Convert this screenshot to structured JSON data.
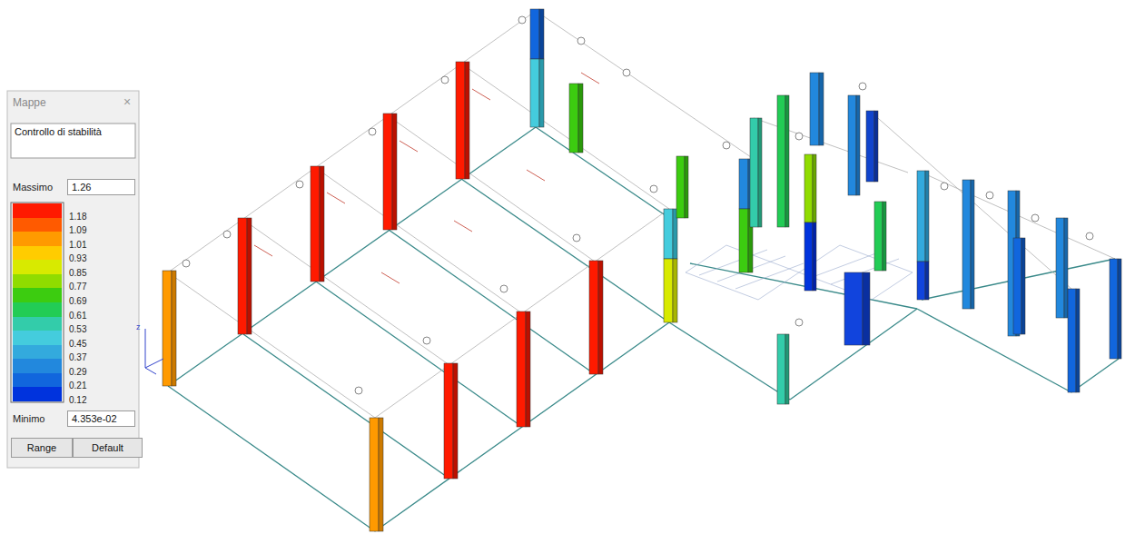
{
  "diagram": {
    "nodes": [
      {
        "text": [
          "Mappe"
        ]
      },
      {
        "text": [
          "Controllo di stabilità"
        ],
        "in": 0
      },
      {
        "text": [
          "1.26"
        ],
        "in": 0
      },
      {
        "text": [
          "4.353e-02"
        ],
        "in": 0
      },
      {
        "text": [
          "Range"
        ],
        "in": 0
      },
      {
        "text": [
          "Default"
        ],
        "in": 0
      }
    ],
    "labels": [
      "×",
      "Massimo",
      "Minimo",
      "z"
    ],
    "legend": [
      {
        "text": "1.18",
        "color": "#ff1a00"
      },
      {
        "text": "1.09",
        "color": "#ff5a00"
      },
      {
        "text": "1.01",
        "color": "#ff9a00"
      },
      {
        "text": "0.93",
        "color": "#ffcc00"
      },
      {
        "text": "0.85",
        "color": "#d8ea00"
      },
      {
        "text": "0.77",
        "color": "#90dc00"
      },
      {
        "text": "0.69",
        "color": "#3ccc10"
      },
      {
        "text": "0.61",
        "color": "#22cc55"
      },
      {
        "text": "0.53",
        "color": "#33ccaa"
      },
      {
        "text": "0.45",
        "color": "#44ccdd"
      },
      {
        "text": "0.37",
        "color": "#33aadd"
      },
      {
        "text": "0.29",
        "color": "#2288dd"
      },
      {
        "text": "0.21",
        "color": "#1166dd"
      },
      {
        "text": "0.12",
        "color": "#0033dd"
      }
    ]
  }
}
